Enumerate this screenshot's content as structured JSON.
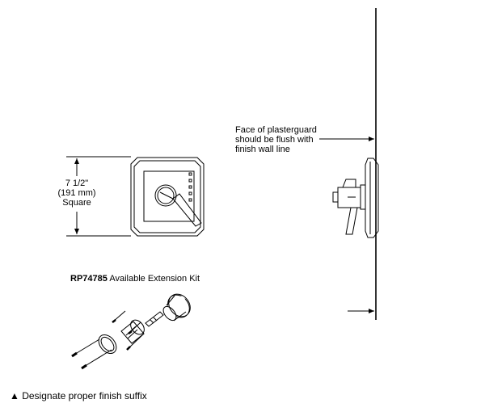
{
  "dimension_label": {
    "line1": "7 1/2\"",
    "line2": "(191 mm)",
    "line3": "Square"
  },
  "wall_note": {
    "line1": "Face of plasterguard",
    "line2": "should be flush with",
    "line3": "finish wall line"
  },
  "extension_kit": {
    "part_number": "RP74785",
    "description": "Available Extension Kit"
  },
  "finish_note": "▲ Designate proper finish suffix"
}
